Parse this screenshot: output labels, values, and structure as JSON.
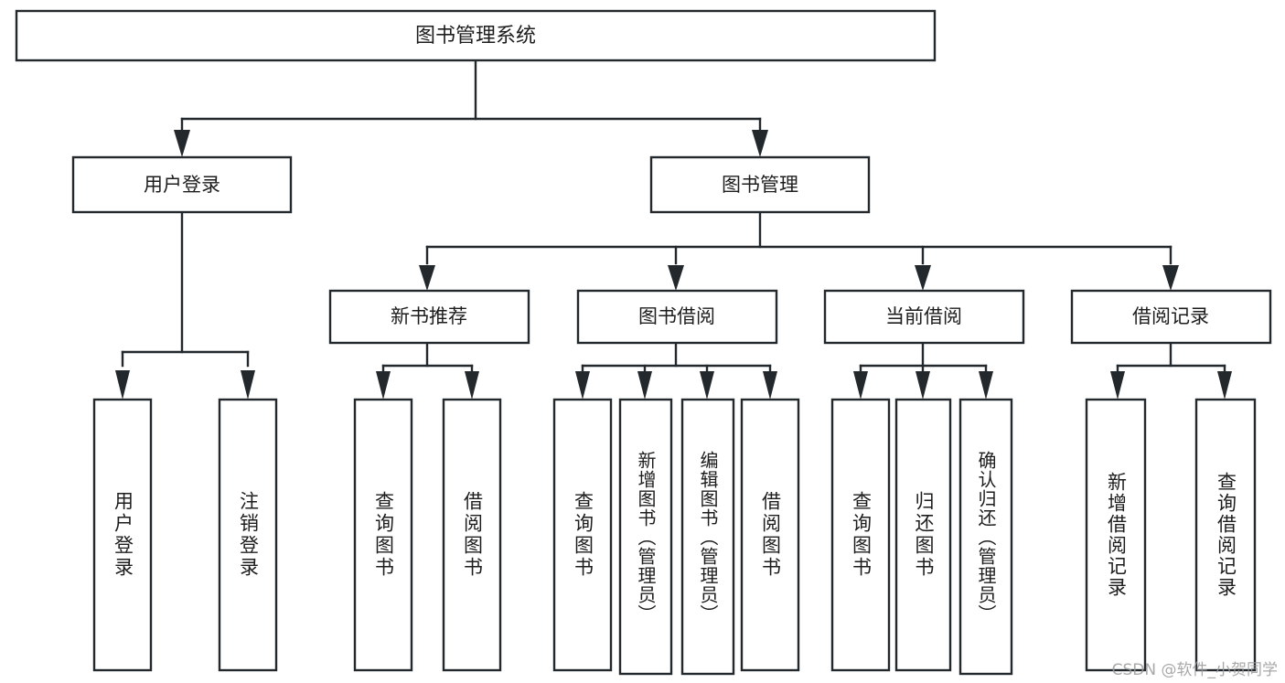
{
  "diagram": {
    "title": "图书管理系统",
    "type": "tree",
    "watermark": "CSDN @软件_小贺同学",
    "colors": {
      "box_stroke": "#23282d",
      "box_fill": "#ffffff",
      "text": "#1d1d1d",
      "background": "#ffffff",
      "watermark": "#9a9a9a"
    },
    "root": {
      "label": "图书管理系统"
    },
    "level2": [
      {
        "id": "user-login",
        "label": "用户登录"
      },
      {
        "id": "book-management",
        "label": "图书管理"
      }
    ],
    "level3": [
      {
        "id": "new-book-recommend",
        "label": "新书推荐"
      },
      {
        "id": "book-borrow",
        "label": "图书借阅"
      },
      {
        "id": "current-borrow",
        "label": "当前借阅"
      },
      {
        "id": "borrow-record",
        "label": "借阅记录"
      }
    ],
    "leaves": [
      {
        "id": "leaf-user-login",
        "parent": "user-login",
        "label": "用户登录"
      },
      {
        "id": "leaf-logout-login",
        "parent": "user-login",
        "label": "注销登录"
      },
      {
        "id": "leaf-query-book-1",
        "parent": "new-book-recommend",
        "label": "查询图书"
      },
      {
        "id": "leaf-borrow-book-1",
        "parent": "new-book-recommend",
        "label": "借阅图书"
      },
      {
        "id": "leaf-query-book-2",
        "parent": "book-borrow",
        "label": "查询图书"
      },
      {
        "id": "leaf-add-book",
        "parent": "book-borrow",
        "label": "新增图书（管理员）"
      },
      {
        "id": "leaf-edit-book",
        "parent": "book-borrow",
        "label": "编辑图书（管理员）"
      },
      {
        "id": "leaf-borrow-book-2",
        "parent": "book-borrow",
        "label": "借阅图书"
      },
      {
        "id": "leaf-query-book-3",
        "parent": "current-borrow",
        "label": "查询图书"
      },
      {
        "id": "leaf-return-book",
        "parent": "current-borrow",
        "label": "归还图书"
      },
      {
        "id": "leaf-confirm-return",
        "parent": "current-borrow",
        "label": "确认归还（管理员）"
      },
      {
        "id": "leaf-add-record",
        "parent": "borrow-record",
        "label": "新增借阅记录"
      },
      {
        "id": "leaf-query-record",
        "parent": "borrow-record",
        "label": "查询借阅记录"
      }
    ]
  }
}
